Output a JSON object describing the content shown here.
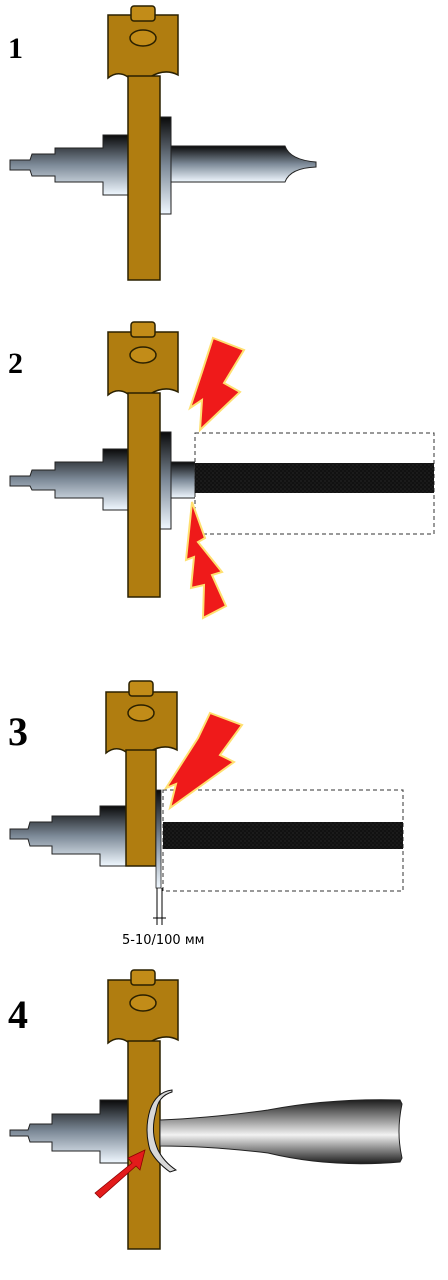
{
  "steps": [
    {
      "number": "1"
    },
    {
      "number": "2"
    },
    {
      "number": "3",
      "gap_label": "5-10/100 мм"
    },
    {
      "number": "4"
    }
  ],
  "colors": {
    "plate": "#b07d10",
    "plate_edge": "#2a2000",
    "spark_fill": "#ef1a1a",
    "spark_edge": "#ffe070",
    "electrode": "#111111",
    "arrow": "#e31b1b"
  },
  "icons": [
    "spark-icon",
    "arrow-icon"
  ]
}
